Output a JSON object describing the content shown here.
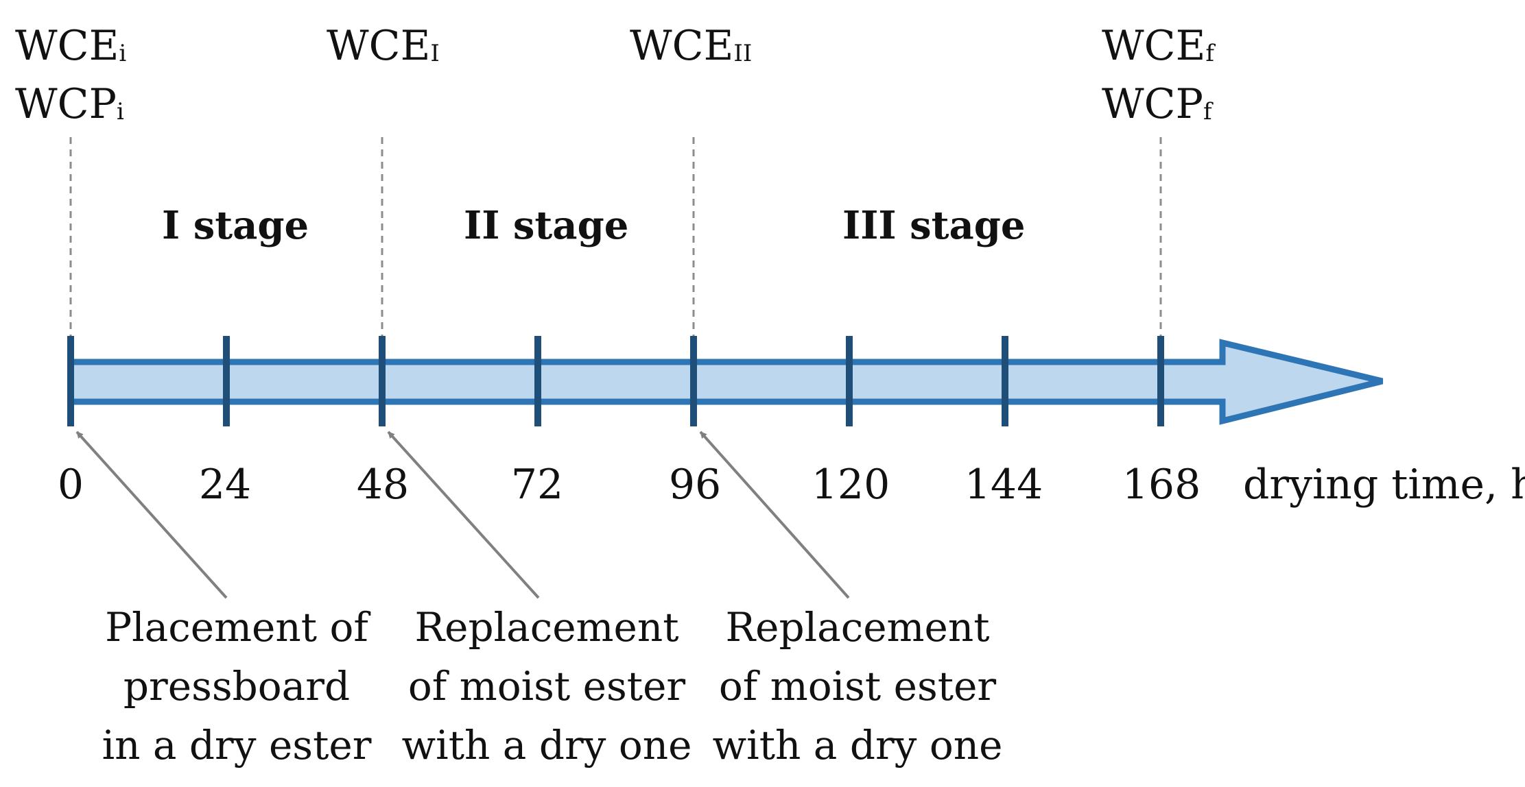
{
  "markers": [
    {
      "id": "i",
      "lines": [
        {
          "base": "WCE",
          "sub": "i"
        },
        {
          "base": "WCP",
          "sub": "i"
        }
      ]
    },
    {
      "id": "I",
      "lines": [
        {
          "base": "WCE",
          "sub": "I"
        }
      ]
    },
    {
      "id": "II",
      "lines": [
        {
          "base": "WCE",
          "sub": "II"
        }
      ]
    },
    {
      "id": "f",
      "lines": [
        {
          "base": "WCE",
          "sub": "f"
        },
        {
          "base": "WCP",
          "sub": "f"
        }
      ]
    }
  ],
  "stages": [
    "I stage",
    "II stage",
    "III stage"
  ],
  "timeline": {
    "ticks": [
      "0",
      "24",
      "48",
      "72",
      "96",
      "120",
      "144",
      "168"
    ],
    "axis_label": "drying time, h",
    "arrow_fill": "#bdd7ee",
    "arrow_stroke": "#2e75b6",
    "tick_color": "#1f4e79",
    "dash_color": "#8c8c8c",
    "pointer_color": "#808080"
  },
  "notes": [
    {
      "lines": [
        "Placement of",
        "pressboard",
        "in a dry ester"
      ]
    },
    {
      "lines": [
        "Replacement",
        "of moist ester",
        "with a dry one"
      ]
    },
    {
      "lines": [
        "Replacement",
        "of moist ester",
        "with a dry one"
      ]
    }
  ]
}
